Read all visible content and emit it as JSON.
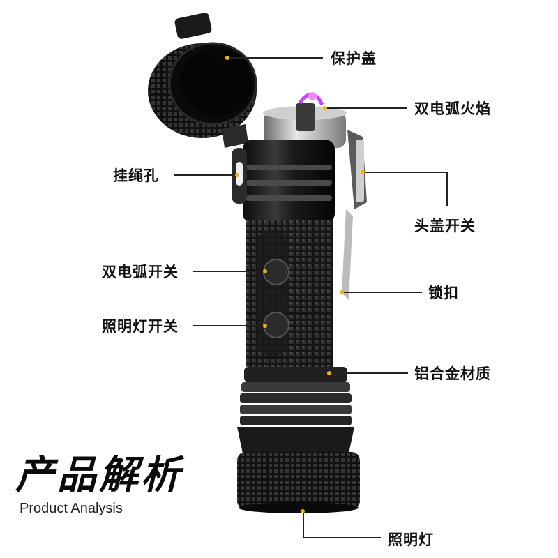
{
  "labels": {
    "cover": "保护盖",
    "dual_arc_flame": "双电弧火焰",
    "lanyard_hole": "挂绳孔",
    "head_cover_switch": "头盖开关",
    "dual_arc_switch": "双电弧开关",
    "lock_buckle": "锁扣",
    "light_switch": "照明灯开关",
    "aluminum_material": "铝合金材质",
    "flashlight": "照明灯"
  },
  "title": {
    "cn": "产品解析",
    "en": "Product Analysis"
  },
  "colors": {
    "accent_dot": "#f5b400",
    "arc_flame": "#d23cff",
    "body": "#1c1c1c"
  }
}
